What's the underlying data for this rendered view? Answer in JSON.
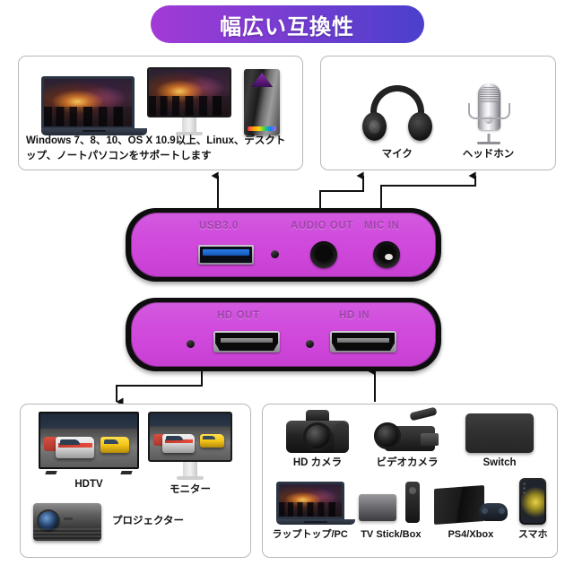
{
  "title": "幅広い互換性",
  "theme": {
    "banner_gradient_start": "#a33ad6",
    "banner_gradient_end": "#4a40cc",
    "device_body": "#cf4add",
    "device_frame": "#0d0d0d",
    "panel_border": "#b8b8b8",
    "background": "#ffffff",
    "text": "#141414"
  },
  "panels": {
    "computers": {
      "name": "computers-panel",
      "items": [
        {
          "label": "",
          "icon": "laptop-icon"
        },
        {
          "label": "",
          "icon": "monitor-icon"
        },
        {
          "label": "",
          "icon": "pc-tower-icon"
        }
      ],
      "support_text": "Windows 7、8、10、OS X 10.9以上、Linux、デスクトップ、ノートパソコンをサポートします"
    },
    "audio": {
      "name": "audio-panel",
      "items": [
        {
          "label": "マイク",
          "icon": "headphones-icon"
        },
        {
          "label": "ヘッドホン",
          "icon": "microphone-icon"
        }
      ]
    },
    "displays": {
      "name": "displays-panel",
      "items": [
        {
          "label": "HDTV",
          "icon": "tv-icon"
        },
        {
          "label": "モニター",
          "icon": "monitor-icon"
        },
        {
          "label": "プロジェクター",
          "icon": "projector-icon"
        }
      ]
    },
    "sources": {
      "name": "sources-panel",
      "row1": [
        {
          "label": "HD カメラ",
          "icon": "dslr-camera-icon"
        },
        {
          "label": "ビデオカメラ",
          "icon": "camcorder-icon"
        },
        {
          "label": "Switch",
          "icon": "game-console-icon"
        }
      ],
      "row2": [
        {
          "label": "ラップトップ/PC",
          "icon": "laptop-icon"
        },
        {
          "label": "TV Stick/Box",
          "icon": "tv-box-icon"
        },
        {
          "label": "PS4/Xbox",
          "icon": "playstation-icon"
        },
        {
          "label": "スマホ",
          "icon": "smartphone-icon"
        }
      ]
    }
  },
  "device_top": {
    "name": "capture-card-front",
    "ports": [
      {
        "label": "USB3.0",
        "type": "usb-a-port"
      },
      {
        "label": "AUDIO OUT",
        "type": "audio-jack"
      },
      {
        "label": "MIC IN",
        "type": "audio-jack"
      }
    ]
  },
  "device_bottom": {
    "name": "capture-card-rear",
    "ports": [
      {
        "label": "HD OUT",
        "type": "hdmi-port"
      },
      {
        "label": "HD IN",
        "type": "hdmi-port"
      }
    ]
  }
}
